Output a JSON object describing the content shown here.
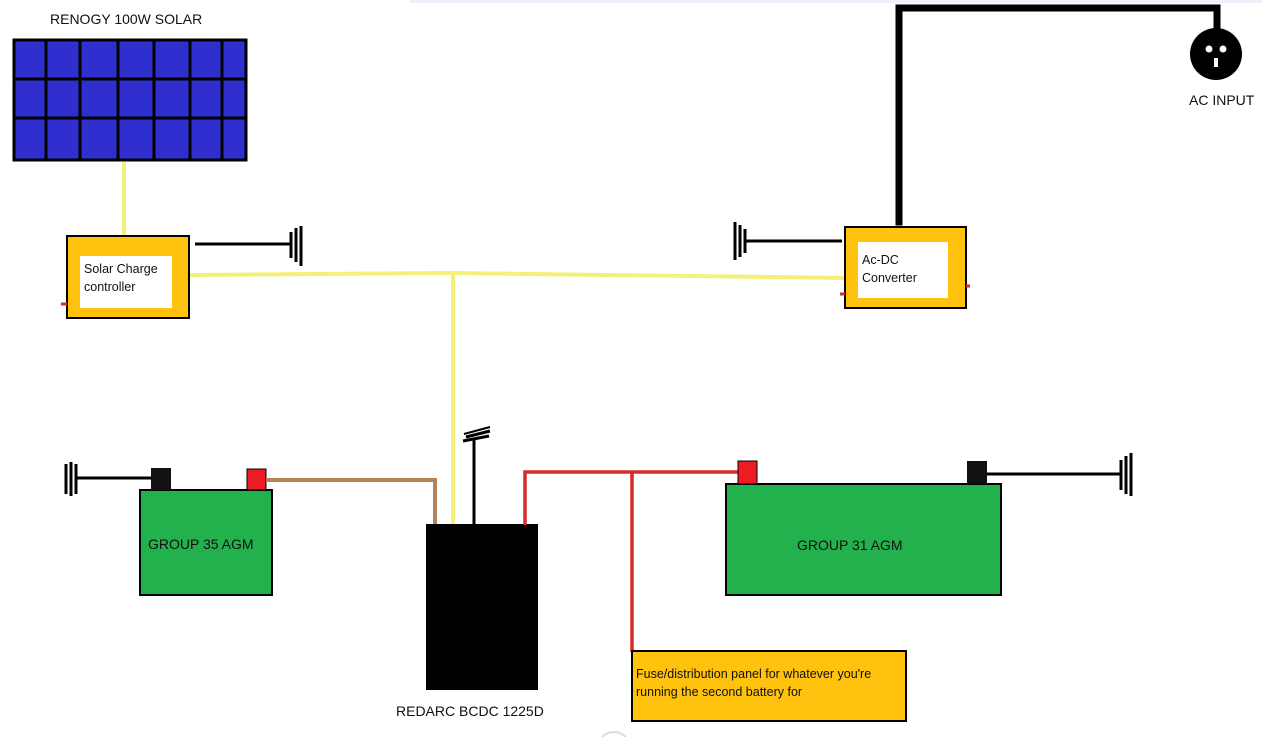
{
  "labels": {
    "solar_panel": "RENOGY 100W SOLAR",
    "ac_input": "AC INPUT",
    "solar_charge_controller": "Solar Charge controller",
    "ac_dc_converter": "Ac-DC Converter",
    "battery_group35": "GROUP 35 AGM",
    "battery_group31": "GROUP 31 AGM",
    "dc_dc_charger": "REDARC BCDC 1225D",
    "fuse_panel": "Fuse/distribution panel for whatever you're running the second battery for"
  },
  "colors": {
    "solar_cell": "#2f2fd0",
    "component_frame": "#ffc20e",
    "battery": "#22b14c",
    "positive_terminal": "#ed1c24",
    "negative_terminal": "#111111",
    "charge_wire": "#f5f07a",
    "positive_wire": "#d52b2b",
    "start_battery_wire": "#b5835a",
    "ac_wire": "#000000",
    "ground": "#000000"
  },
  "icons": [
    "ac-outlet-icon",
    "ground-symbol-icon"
  ]
}
